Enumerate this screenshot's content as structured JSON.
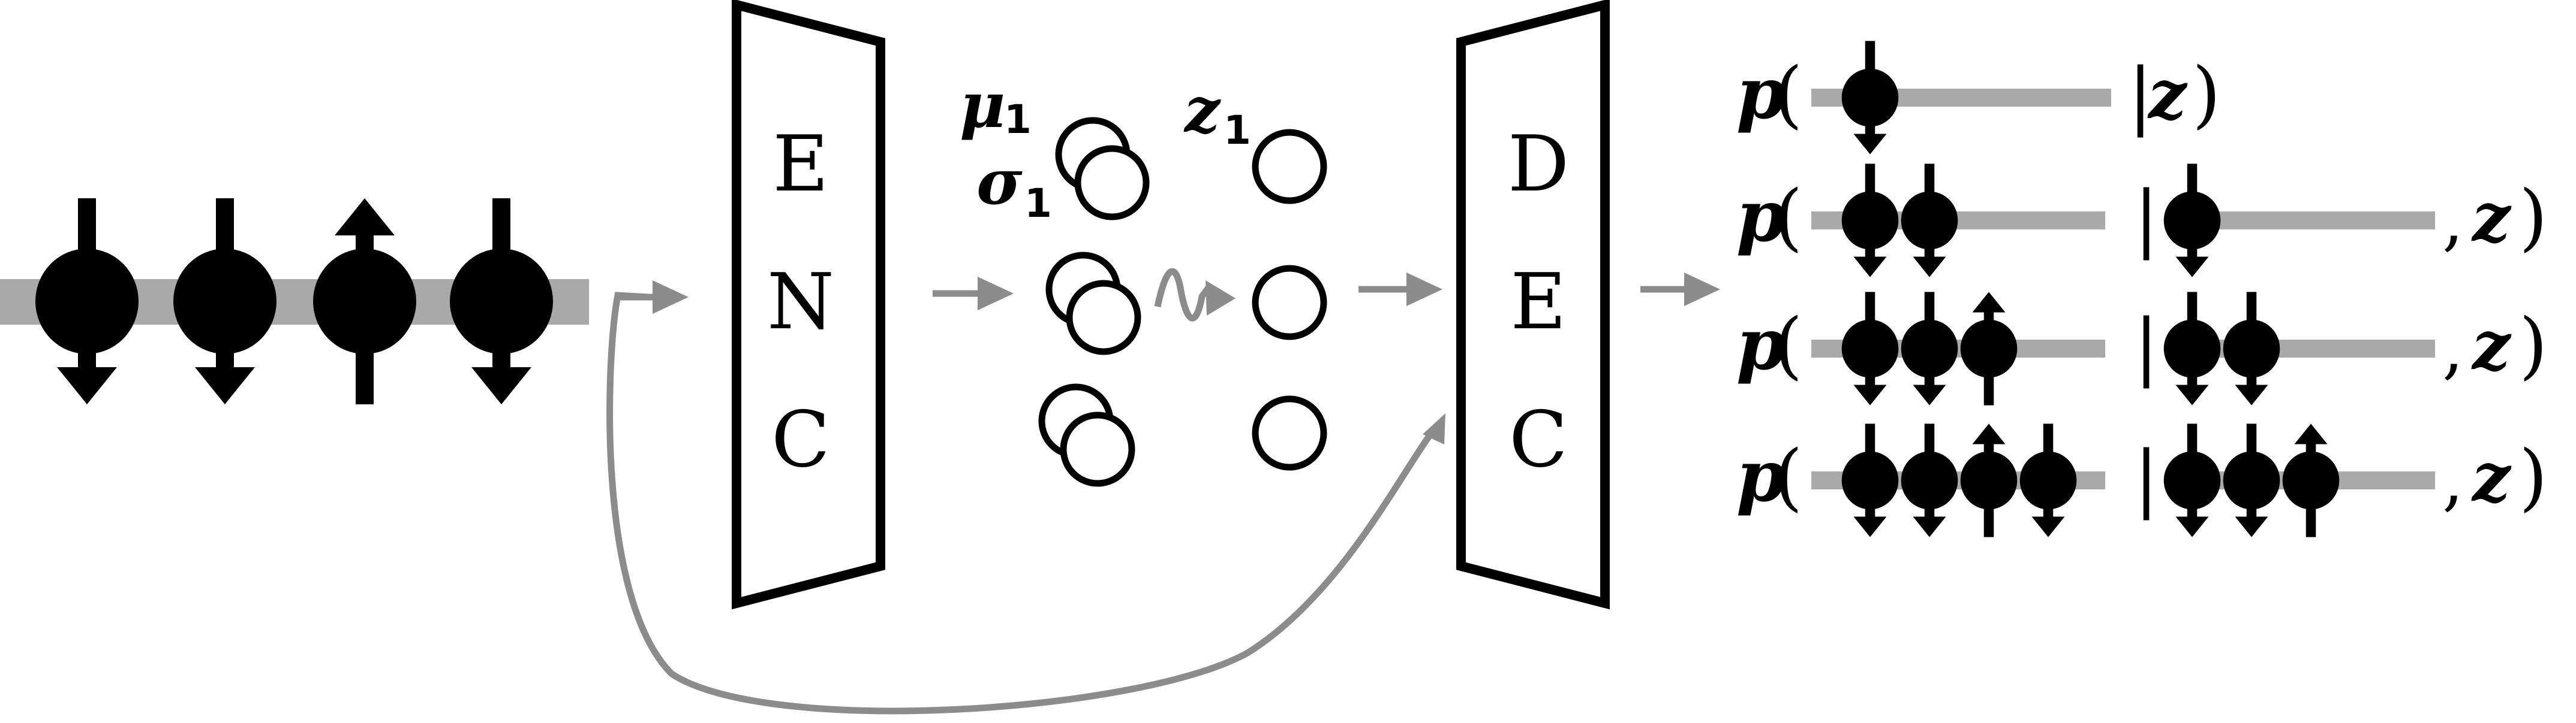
{
  "encoder": {
    "letters": [
      "E",
      "N",
      "C"
    ]
  },
  "decoder": {
    "letters": [
      "D",
      "E",
      "C"
    ]
  },
  "latent": {
    "mu_label": "μ",
    "mu_sub": "1",
    "sigma_label": "σ",
    "sigma_sub": "1",
    "z_label": "z",
    "z_sub": "1"
  },
  "input_chain": [
    "down",
    "down",
    "up",
    "down"
  ],
  "probability_rows": [
    {
      "p": "p",
      "open": "(",
      "target": [
        "down"
      ],
      "bar": "|",
      "context": [],
      "z": "z",
      "close": ")"
    },
    {
      "p": "p",
      "open": "(",
      "target": [
        "down",
        "down"
      ],
      "bar": "|",
      "context": [
        "down"
      ],
      "comma": ",",
      "z": "z",
      "close": ")"
    },
    {
      "p": "p",
      "open": "(",
      "target": [
        "down",
        "down",
        "up"
      ],
      "bar": "|",
      "context": [
        "down",
        "down"
      ],
      "comma": ",",
      "z": "z",
      "close": ")"
    },
    {
      "p": "p",
      "open": "(",
      "target": [
        "down",
        "down",
        "up",
        "down"
      ],
      "bar": "|",
      "context": [
        "down",
        "down",
        "up"
      ],
      "comma": ",",
      "z": "z",
      "close": ")"
    }
  ],
  "colors": {
    "chain_bar": "#a9a9a9",
    "flow_arrow": "#8c8c8c",
    "ink": "#000000"
  }
}
